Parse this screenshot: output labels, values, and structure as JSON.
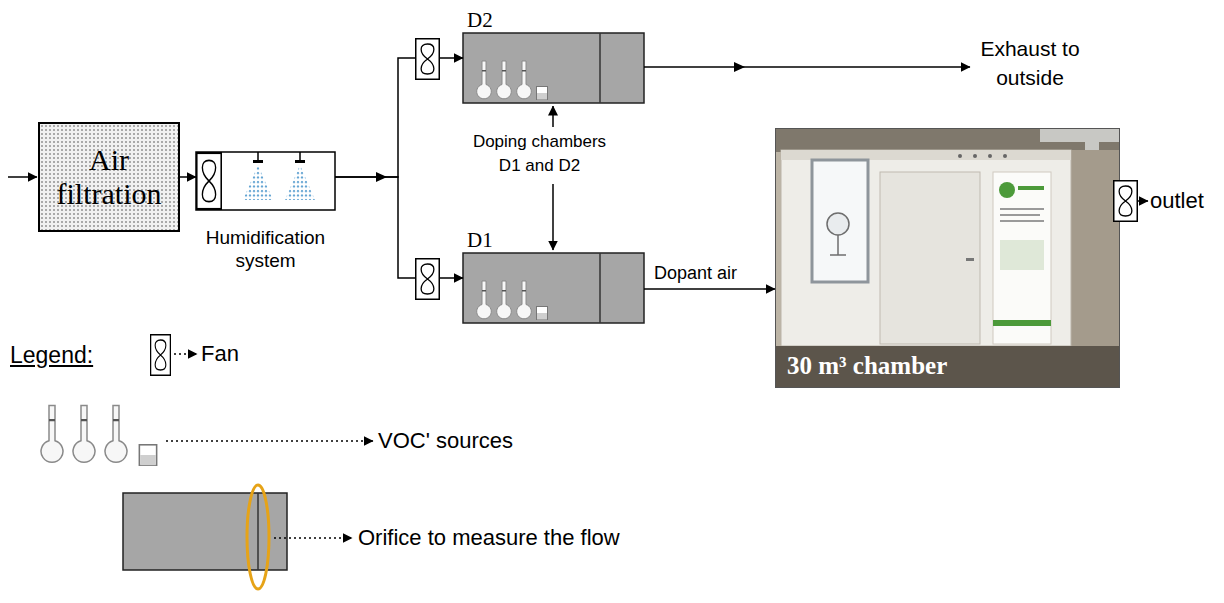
{
  "diagram": {
    "nodes": [
      {
        "text": [
          "Air filtration"
        ]
      },
      {
        "text": [
          "Humidification system"
        ]
      },
      {
        "text": [
          "D2"
        ]
      },
      {
        "text": [
          "D1"
        ]
      },
      {
        "text": [
          "30 m³ chamber"
        ]
      }
    ],
    "edges": [
      {
        "from": 0,
        "to": 1,
        "arrow": "to"
      },
      {
        "from": 1,
        "to": 2,
        "arrow": "to"
      },
      {
        "from": 1,
        "to": 3,
        "arrow": "to"
      },
      {
        "from": 3,
        "to": 4,
        "label": "Dopant air",
        "arrow": "to"
      }
    ],
    "labels": [
      "Doping chambers D1 and D2",
      "Exhaust to outside",
      "outlet",
      "Legend:"
    ],
    "legend": [
      {
        "text": "Fan"
      },
      {
        "text": "VOC' sources"
      },
      {
        "text": "Orifice to measure the flow"
      }
    ]
  }
}
